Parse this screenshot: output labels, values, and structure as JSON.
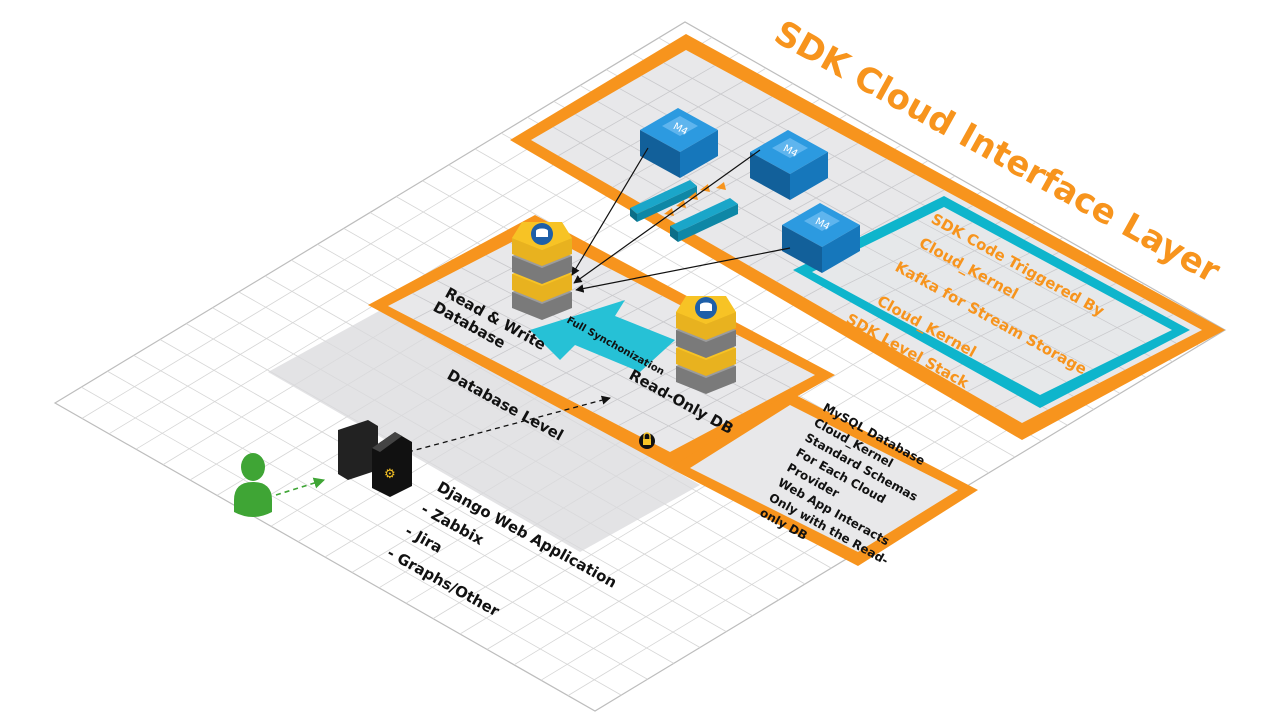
{
  "diagram": {
    "title": "SDK Cloud Interface Layer",
    "colors": {
      "orange": "#f7941d",
      "cyan": "#0eb5cc",
      "teal": "#26c1d6",
      "grid": "#c9c9c9",
      "panel": "#e9e9eb",
      "green": "#3fa535",
      "ec2": "#1e8ad2"
    },
    "sdk_stack": {
      "title": "SDK Level Stack",
      "lines": [
        "SDK Code Triggered By",
        "Cloud_Kernel",
        "Kafka for Stream Storage",
        "Cloud_Kernel"
      ]
    },
    "instances": [
      {
        "label": "M4"
      },
      {
        "label": "M4"
      },
      {
        "label": "M4"
      }
    ],
    "database_level": {
      "title": "Database Level",
      "rw_db": [
        "Read & Write",
        "Database"
      ],
      "ro_db": "Read-Only DB",
      "sync_label": "Full Synchonization"
    },
    "db_notes": {
      "lines": [
        "MySQL Database",
        "Cloud_Kernel",
        "Standard Schemas",
        "For Each Cloud",
        "Provider",
        "Web App Interacts",
        "Only with the Read-",
        "only DB"
      ]
    },
    "web_app": {
      "lines": [
        "Django Web Application",
        "- Zabbix",
        "- Jira",
        "- Graphs/Other"
      ]
    },
    "icons": [
      "user-icon",
      "server-icon",
      "lock-icon",
      "database-icon",
      "ec2-instance-icon",
      "kafka-stream-icon"
    ]
  }
}
